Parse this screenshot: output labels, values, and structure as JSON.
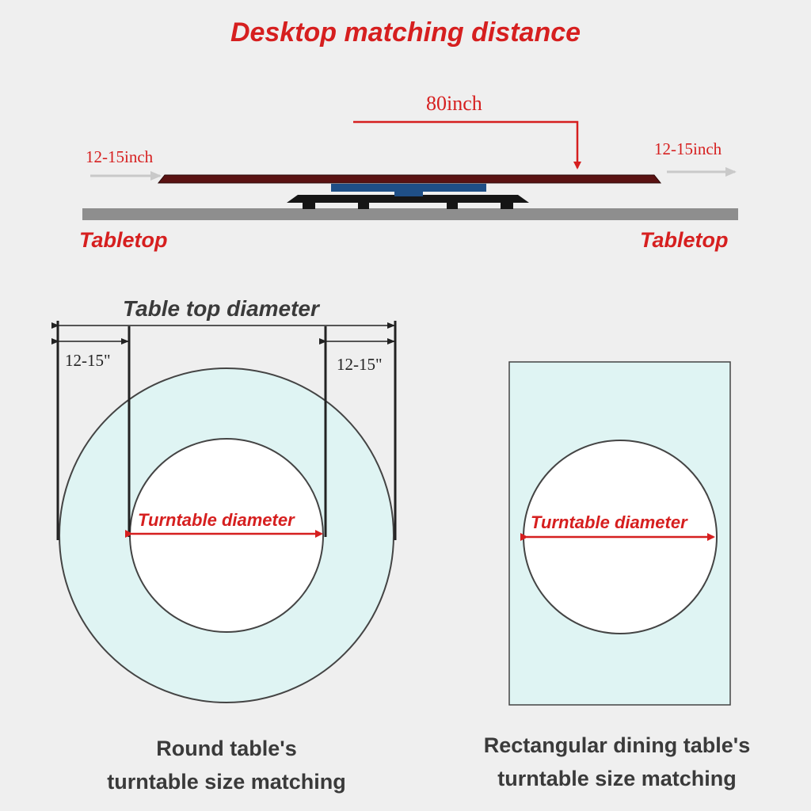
{
  "header": {
    "title": "Desktop matching distance"
  },
  "side_view": {
    "center_distance": "80inch",
    "left_margin": "12-15inch",
    "right_margin": "12-15inch",
    "left_surface_label": "Tabletop",
    "right_surface_label": "Tabletop"
  },
  "round_table": {
    "outer_label": "Table top diameter",
    "left_margin": "12-15\"",
    "right_margin": "12-15\"",
    "inner_label": "Turntable diameter",
    "caption_line1": "Round table's",
    "caption_line2": "turntable size matching"
  },
  "rect_table": {
    "inner_label": "Turntable diameter",
    "caption_line1": "Rectangular dining table's",
    "caption_line2": "turntable size matching"
  },
  "colors": {
    "accent_red": "#d61f1f",
    "table_fill": "#dff4f3",
    "turntable_fill": "#ffffff",
    "lazy_susan_top": "#5a1212",
    "bearing_blue": "#1f4f86",
    "tabletop_gray": "#8e8e8e"
  }
}
